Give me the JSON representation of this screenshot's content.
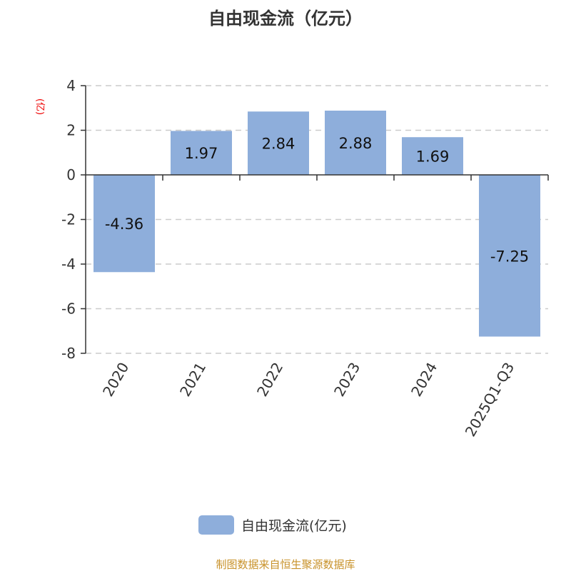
{
  "chart_data": {
    "type": "bar",
    "title": "自由现金流（亿元）",
    "ylabel": "(亿)",
    "xlabel": "",
    "categories": [
      "2020",
      "2021",
      "2022",
      "2023",
      "2024",
      "2025Q1-Q3"
    ],
    "series": [
      {
        "name": "自由现金流(亿元)",
        "values": [
          -4.36,
          1.97,
          2.84,
          2.88,
          1.69,
          -7.25
        ],
        "color": "#8eaedb"
      }
    ],
    "ylim": [
      -8,
      4
    ],
    "yticks": [
      4,
      2,
      0,
      -2,
      -4,
      -6,
      -8
    ],
    "grid": true,
    "legend": "bottom-center"
  },
  "source": "制图数据来自恒生聚源数据库"
}
